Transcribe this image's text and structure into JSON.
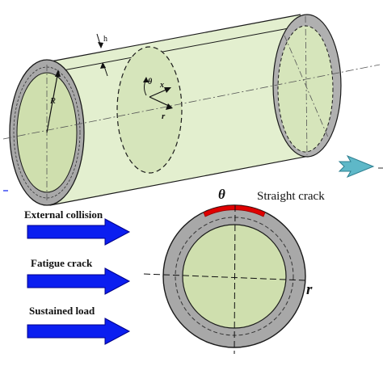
{
  "colors": {
    "pipe_fill": "#e3efcf",
    "cross_section_fill": "#cfdfae",
    "wall_gray": "#a8a8a8",
    "crack_red": "#e00000",
    "arrow_blue": "#0b1ef0",
    "teal_arrow": "#5eb8c8",
    "outline": "#1a1a1a"
  },
  "pipe_view": {
    "wall_thickness_label": "h",
    "radius_label": "R",
    "theta_label": "θ",
    "x_label": "x",
    "r_label": "r"
  },
  "loads": [
    {
      "label": "External collision"
    },
    {
      "label": "Fatigue crack"
    },
    {
      "label": "Sustained load"
    }
  ],
  "cross_section": {
    "theta_label": "θ",
    "r_label": "r",
    "crack_label": "Straight crack"
  }
}
